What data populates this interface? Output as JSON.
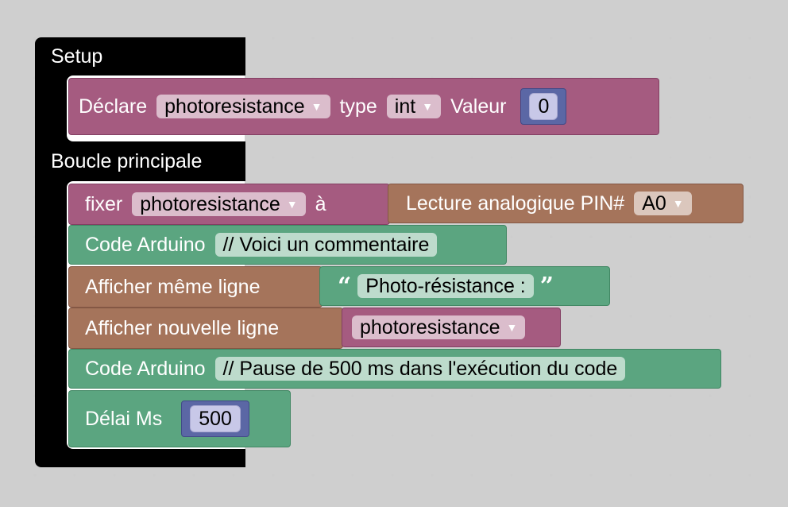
{
  "sections": {
    "setup_label": "Setup",
    "loop_label": "Boucle principale"
  },
  "declare": {
    "label": "Déclare",
    "variable": "photoresistance",
    "type_label": "type",
    "type_value": "int",
    "value_label": "Valeur",
    "value": "0"
  },
  "set_block": {
    "label": "fixer",
    "variable": "photoresistance",
    "to_label": "à",
    "analog_label": "Lecture analogique PIN#",
    "pin": "A0"
  },
  "code1": {
    "label": "Code Arduino",
    "code": "// Voici un commentaire"
  },
  "print_same": {
    "label": "Afficher même ligne",
    "open_quote": "“",
    "text": "Photo-résistance :",
    "close_quote": "”"
  },
  "print_new": {
    "label": "Afficher nouvelle ligne",
    "variable": "photoresistance"
  },
  "code2": {
    "label": "Code Arduino",
    "code": "// Pause de 500 ms dans l'exécution du code"
  },
  "delay": {
    "label": "Délai Ms",
    "value": "500"
  },
  "icons": {
    "dropdown": "dropdown-arrow-icon"
  },
  "colors": {
    "variables": "#a55b80",
    "io": "#a5745b",
    "code": "#5ba580",
    "math": "#5b67a5",
    "container": "#000000"
  }
}
